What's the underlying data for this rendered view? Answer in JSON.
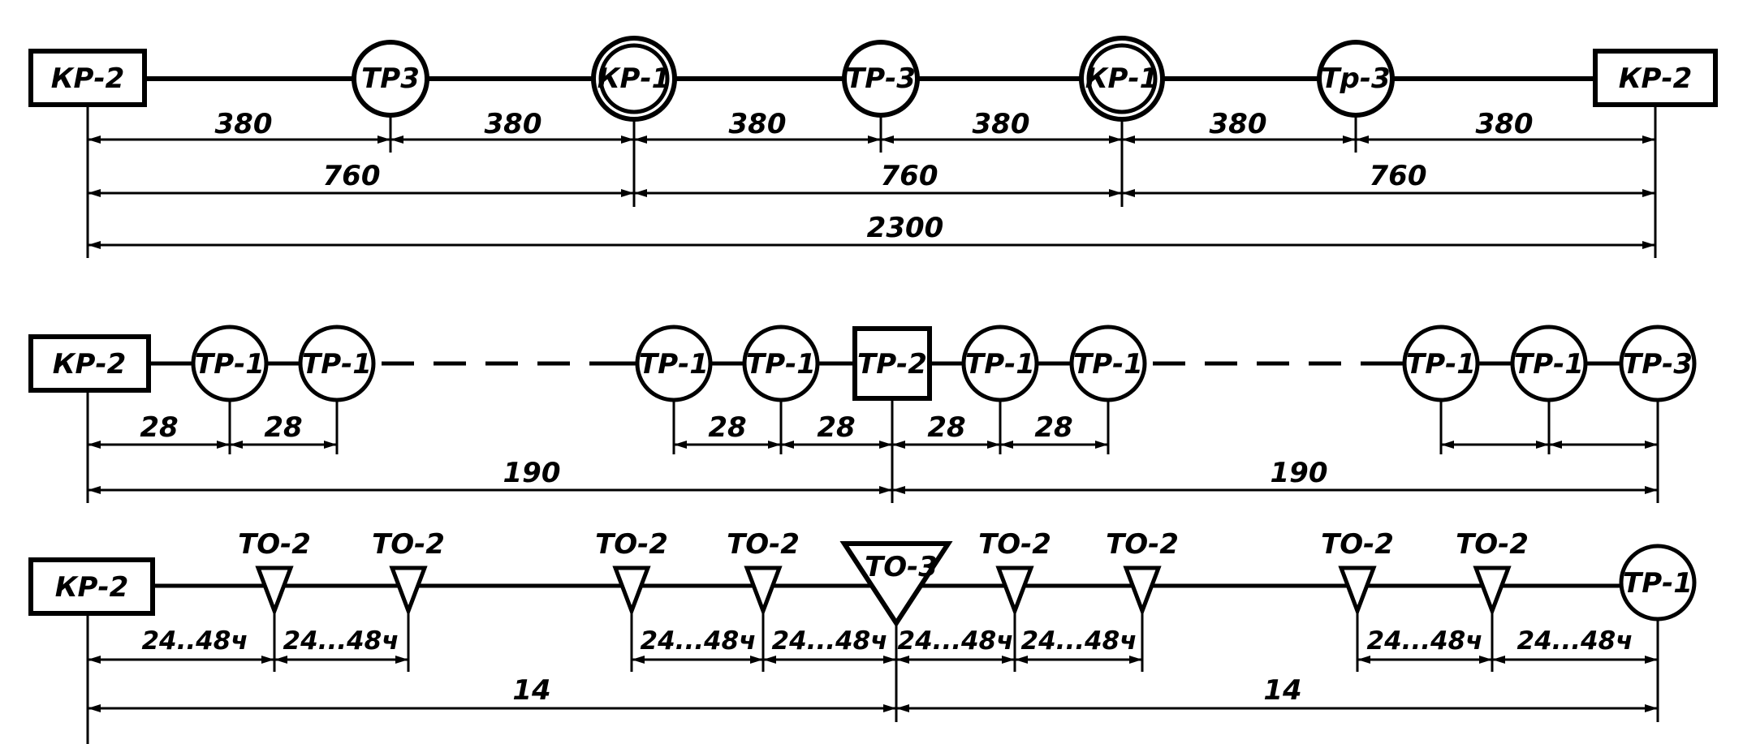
{
  "row1": {
    "nodes": [
      "КР-2",
      "ТР3",
      "КР-1",
      "ТР-3",
      "КР-1",
      "Тр-3",
      "КР-2"
    ],
    "dims_small": [
      "380",
      "380",
      "380",
      "380",
      "380",
      "380"
    ],
    "dims_mid": [
      "760",
      "760",
      "760"
    ],
    "dim_total": "2300"
  },
  "row2": {
    "nodes": [
      "КР-2",
      "ТР-1",
      "ТР-1",
      "ТР-1",
      "ТР-1",
      "ТР-2",
      "ТР-1",
      "ТР-1",
      "ТР-1",
      "ТР-1",
      "ТР-3"
    ],
    "dims_small": [
      "28",
      "28",
      "28",
      "28",
      "28",
      "28"
    ],
    "dims_mid": [
      "190",
      "190"
    ]
  },
  "row3": {
    "start": "КР-2",
    "end": "ТР-1",
    "to2": [
      "ТО-2",
      "ТО-2",
      "ТО-2",
      "ТО-2",
      "ТО-2",
      "ТО-2",
      "ТО-2",
      "ТО-2"
    ],
    "to3": "ТО-3",
    "dims_small": [
      "24..48ч",
      "24...48ч",
      "24...48ч",
      "24...48ч",
      "24...48ч",
      "24...48ч",
      "24...48ч",
      "24...48ч"
    ],
    "dims_mid": [
      "14",
      "14"
    ]
  }
}
